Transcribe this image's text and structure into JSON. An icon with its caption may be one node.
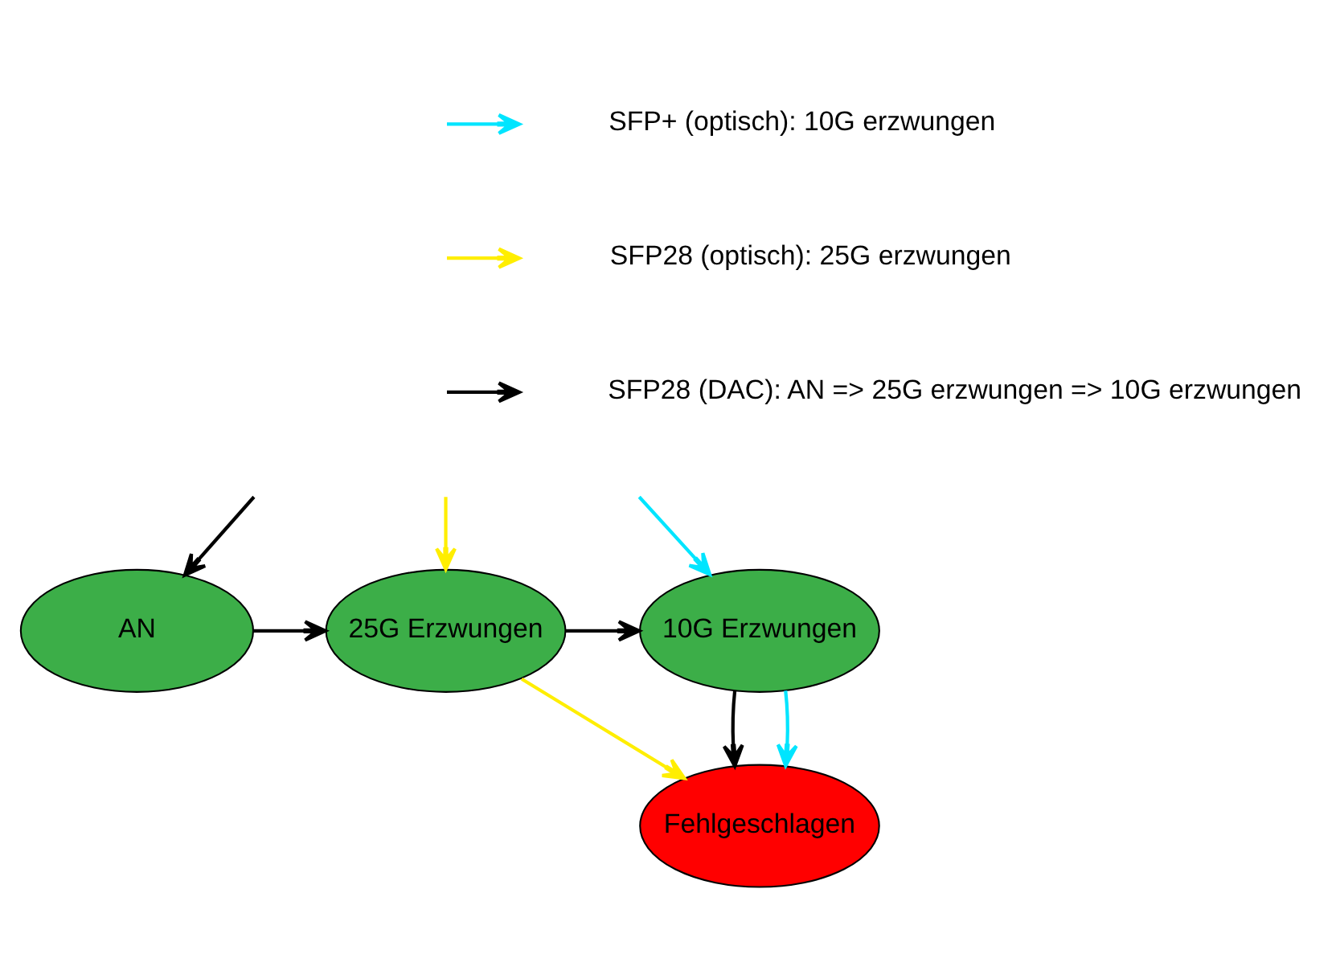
{
  "diagram": {
    "nodes": [
      {
        "text": [
          "AN"
        ]
      },
      {
        "text": [
          "25G Erzwungen"
        ]
      },
      {
        "text": [
          "10G Erzwungen"
        ]
      },
      {
        "text": [
          "Fehlgeschlagen"
        ]
      }
    ],
    "edges": [
      {
        "from": null,
        "to": 0,
        "arrow": "to"
      },
      {
        "from": null,
        "to": 1,
        "arrow": "to",
        "color": "#ffee00"
      },
      {
        "from": null,
        "to": 2,
        "arrow": "to",
        "color": "#00e5ff"
      },
      {
        "from": 0,
        "to": 1,
        "arrow": "to"
      },
      {
        "from": 1,
        "to": 2,
        "arrow": "to"
      },
      {
        "from": 1,
        "to": 3,
        "arrow": "to",
        "color": "#ffee00"
      },
      {
        "from": 2,
        "to": 3,
        "arrow": "to"
      },
      {
        "from": 2,
        "to": 3,
        "arrow": "to",
        "color": "#00e5ff"
      }
    ],
    "legend": [
      {
        "text": "SFP+ (optisch): 10G erzwungen"
      },
      {
        "text": "SFP28 (optisch): 25G erzwungen"
      },
      {
        "text": "SFP28 (DAC): AN => 25G erzwungen => 10G erzwungen"
      }
    ]
  }
}
